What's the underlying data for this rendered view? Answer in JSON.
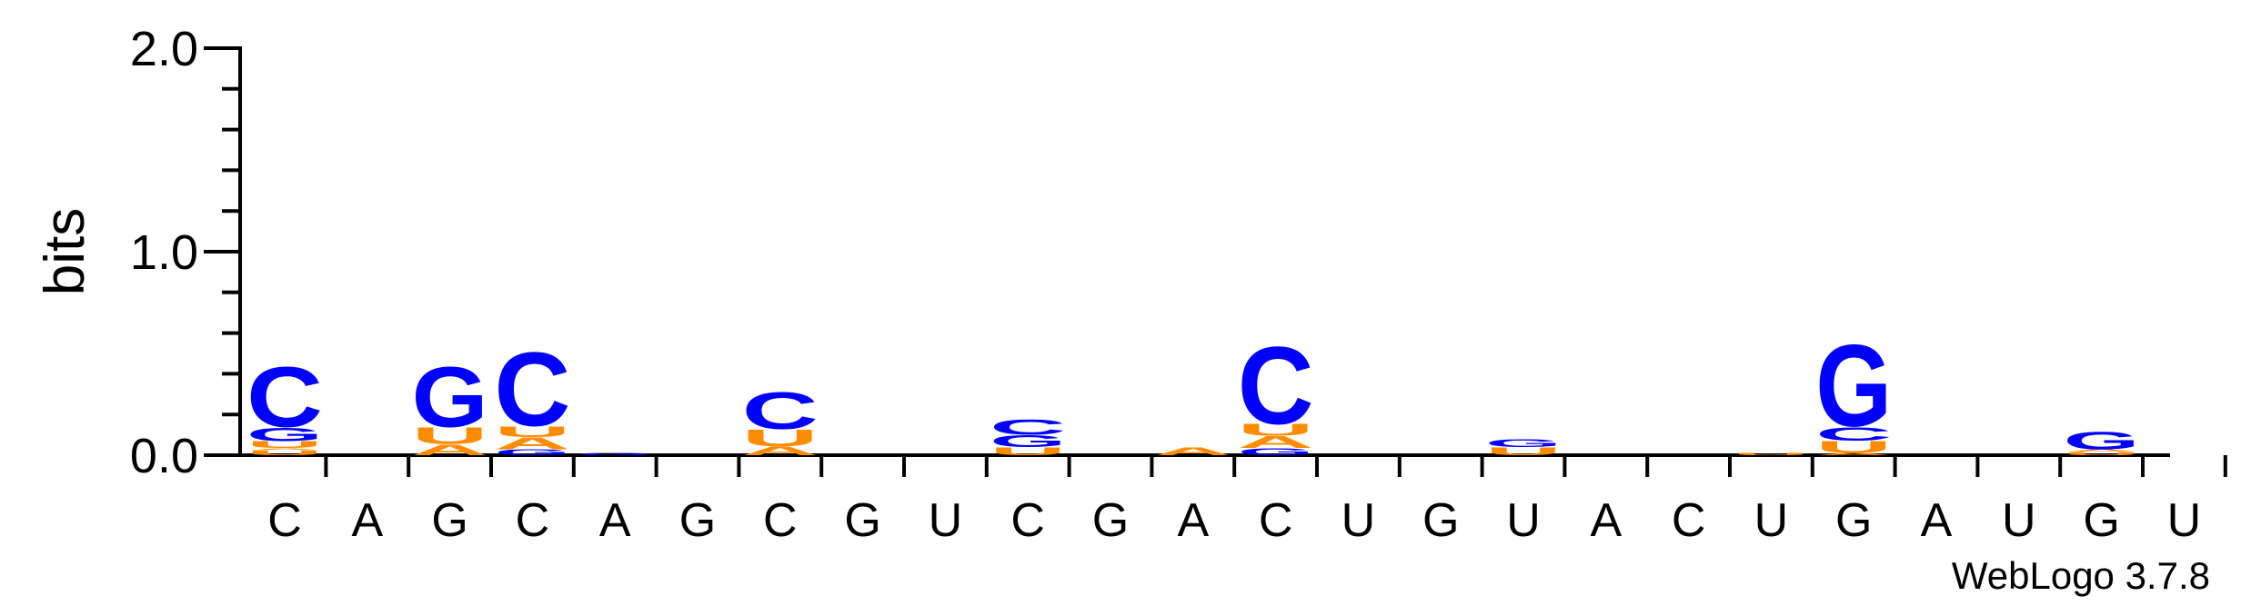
{
  "chart_data": {
    "type": "sequence-logo",
    "ylabel": "bits",
    "ylim": [
      0,
      2.0
    ],
    "yticks": [
      "0.0",
      "1.0",
      "2.0"
    ],
    "categories": [
      "C",
      "A",
      "G",
      "C",
      "A",
      "G",
      "C",
      "G",
      "U",
      "C",
      "G",
      "A",
      "C",
      "U",
      "G",
      "U",
      "A",
      "C",
      "U",
      "G",
      "A",
      "U",
      "G",
      "U"
    ],
    "colors": {
      "C": "#0000ff",
      "G": "#0000ff",
      "U": "#ff8c00",
      "A": "#ff8c00"
    },
    "stacks": [
      [
        {
          "l": "U",
          "h": 0.025
        },
        {
          "l": "A",
          "h": 0.01
        },
        {
          "l": "U",
          "h": 0.035
        },
        {
          "l": "G",
          "h": 0.07
        },
        {
          "l": "C",
          "h": 0.31
        }
      ],
      [],
      [
        {
          "l": "A",
          "h": 0.055
        },
        {
          "l": "U",
          "h": 0.085
        },
        {
          "l": "G",
          "h": 0.31
        }
      ],
      [
        {
          "l": "G",
          "h": 0.03
        },
        {
          "l": "A",
          "h": 0.06
        },
        {
          "l": "U",
          "h": 0.055
        },
        {
          "l": "C",
          "h": 0.38
        }
      ],
      [
        {
          "l": "G",
          "h": 0.012
        }
      ],
      [],
      [
        {
          "l": "A",
          "h": 0.045
        },
        {
          "l": "U",
          "h": 0.085
        },
        {
          "l": "C",
          "h": 0.19
        }
      ],
      [],
      [],
      [
        {
          "l": "U",
          "h": 0.04
        },
        {
          "l": "G",
          "h": 0.06
        },
        {
          "l": "C",
          "h": 0.08
        }
      ],
      [],
      [
        {
          "l": "A",
          "h": 0.04
        }
      ],
      [
        {
          "l": "G",
          "h": 0.035
        },
        {
          "l": "A",
          "h": 0.06
        },
        {
          "l": "U",
          "h": 0.06
        },
        {
          "l": "C",
          "h": 0.4
        }
      ],
      [],
      [],
      [
        {
          "l": "U",
          "h": 0.04
        },
        {
          "l": "G",
          "h": 0.04
        }
      ],
      [],
      [],
      [
        {
          "l": "U",
          "h": 0.012
        }
      ],
      [
        {
          "l": "A",
          "h": 0.012
        },
        {
          "l": "U",
          "h": 0.06
        },
        {
          "l": "C",
          "h": 0.07
        },
        {
          "l": "G",
          "h": 0.42
        }
      ],
      [],
      [],
      [
        {
          "l": "U",
          "h": 0.015
        },
        {
          "l": "A",
          "h": 0.015
        },
        {
          "l": "G",
          "h": 0.09
        }
      ],
      []
    ]
  },
  "credit": "WebLogo 3.7.8"
}
